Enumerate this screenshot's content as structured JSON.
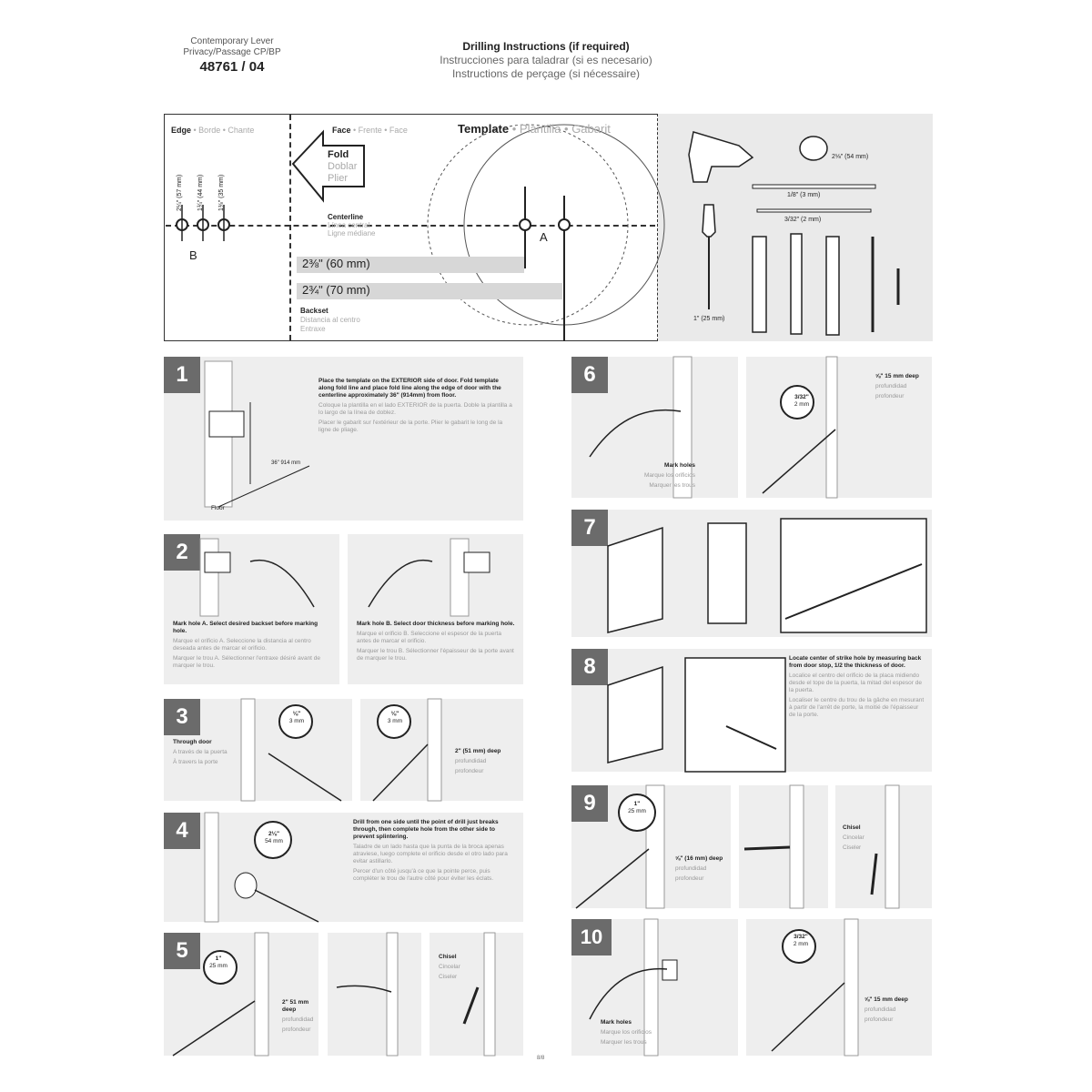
{
  "header": {
    "product_line1": "Contemporary Lever",
    "product_line2": "Privacy/Passage CP/BP",
    "model": "48761 / 04",
    "title_en": "Drilling Instructions (if required)",
    "title_es": "Instrucciones para taladrar (si es necesario)",
    "title_fr": "Instructions de perçage (si nécessaire)"
  },
  "template": {
    "edge": "Edge",
    "edge_es": "• Borde • Chante",
    "face": "Face",
    "face_es": "• Frente • Face",
    "template": "Template",
    "template_es": "• Plantilla • Gabarit",
    "fold": "Fold",
    "fold_es": "Doblar",
    "fold_fr": "Plier",
    "edge_sizes": [
      "2¼\" (57 mm)",
      "1¾\" (44 mm)",
      "1⅜\" (35 mm)"
    ],
    "centerline": "Centerline",
    "centerline_es": "Línea central",
    "centerline_fr": "Ligne médiane",
    "hole_a": "A",
    "hole_b": "B",
    "backset_60": "2⅜\" (60 mm)",
    "backset_70": "2¾\" (70 mm)",
    "backset": "Backset",
    "backset_es": "Distancia al centro",
    "backset_fr": "Entraxe"
  },
  "tools": {
    "saw": "2⅛\" (54 mm)",
    "bit1": "1/8\" (3 mm)",
    "bit2": "3/32\" (2 mm)",
    "spade": "1\" (25 mm)"
  },
  "steps": {
    "s1": {
      "num": "1",
      "text": "Place the template on the EXTERIOR side of door. Fold template along fold line and place fold line along the edge of door with the centerline approximately 36\" (914mm) from floor.",
      "text_es": "Coloque la plantilla en el lado EXTERIOR de la puerta. Doble la plantilla a lo largo de la línea de doblez.",
      "text_fr": "Placer le gabarit sur l'extérieur de la porte. Plier le gabarit le long de la ligne de pliage.",
      "measure": "36\" 914 mm",
      "floor": "Floor"
    },
    "s2a": {
      "num": "2",
      "text": "Mark hole A. Select desired backset before marking hole.",
      "text_es": "Marque el orificio A. Seleccione la distancia al centro deseada antes de marcar el orificio.",
      "text_fr": "Marquer le trou A. Sélectionner l'entraxe désiré avant de marquer le trou."
    },
    "s2b": {
      "text": "Mark hole B. Select door thickness before marking hole.",
      "text_es": "Marque el orificio B. Seleccione el espesor de la puerta antes de marcar el orificio.",
      "text_fr": "Marquer le trou B. Sélectionner l'épaisseur de la porte avant de marquer le trou."
    },
    "s3": {
      "num": "3",
      "through": "Through door",
      "through_es": "A través de la puerta",
      "through_fr": "À travers la porte",
      "bit": "⅛\"",
      "bit_mm": "3 mm",
      "deep": "2\" (51 mm) deep",
      "deep_es": "profundidad",
      "deep_fr": "profondeur"
    },
    "s4": {
      "num": "4",
      "text": "Drill from one side until the point of drill just breaks through, then complete hole from the other side to prevent splintering.",
      "text_es": "Taladre de un lado hasta que la punta de la broca apenas atraviese, luego complete el orificio desde el otro lado para evitar astillarlo.",
      "text_fr": "Percer d'un côté jusqu'à ce que la pointe perce, puis compléter le trou de l'autre côté pour éviter les éclats.",
      "size": "2⅛\"",
      "size_mm": "54 mm"
    },
    "s5": {
      "num": "5",
      "size": "1\"",
      "size_mm": "25 mm",
      "deep": "2\" 51 mm deep",
      "deep_es": "profundidad",
      "deep_fr": "profondeur",
      "chisel": "Chisel",
      "chisel_es": "Cincelar",
      "chisel_fr": "Ciseler"
    },
    "s6": {
      "num": "6",
      "mark": "Mark holes",
      "mark_es": "Marque los orificios",
      "mark_fr": "Marquer les trous",
      "bit": "3/32\"",
      "bit_mm": "2 mm",
      "deep": "⅝\" 15 mm deep",
      "deep_es": "profundidad",
      "deep_fr": "profondeur"
    },
    "s7": {
      "num": "7"
    },
    "s8": {
      "num": "8",
      "text": "Locate center of strike hole by measuring back from door stop, 1/2 the thickness of door.",
      "text_es": "Localice el centro del orificio de la placa midiendo desde el tope de la puerta, la mitad del espesor de la puerta.",
      "text_fr": "Localiser le centre du trou de la gâche en mesurant à partir de l'arrêt de porte, la moitié de l'épaisseur de la porte."
    },
    "s9": {
      "num": "9",
      "size": "1\"",
      "size_mm": "25 mm",
      "deep": "⅝\" (16 mm) deep",
      "deep_es": "profundidad",
      "deep_fr": "profondeur",
      "chisel": "Chisel",
      "chisel_es": "Cincelar",
      "chisel_fr": "Ciseler"
    },
    "s10": {
      "num": "10",
      "mark": "Mark holes",
      "mark_es": "Marque los orificios",
      "mark_fr": "Marquer les trous",
      "bit": "3/32\"",
      "bit_mm": "2 mm",
      "deep": "⅝\" 15 mm deep",
      "deep_es": "profundidad",
      "deep_fr": "profondeur"
    }
  },
  "page_number": "8/8",
  "colors": {
    "panel": "#eeeeee",
    "step_badge": "#6b6b6b",
    "tool_bg": "#eaeaea"
  }
}
